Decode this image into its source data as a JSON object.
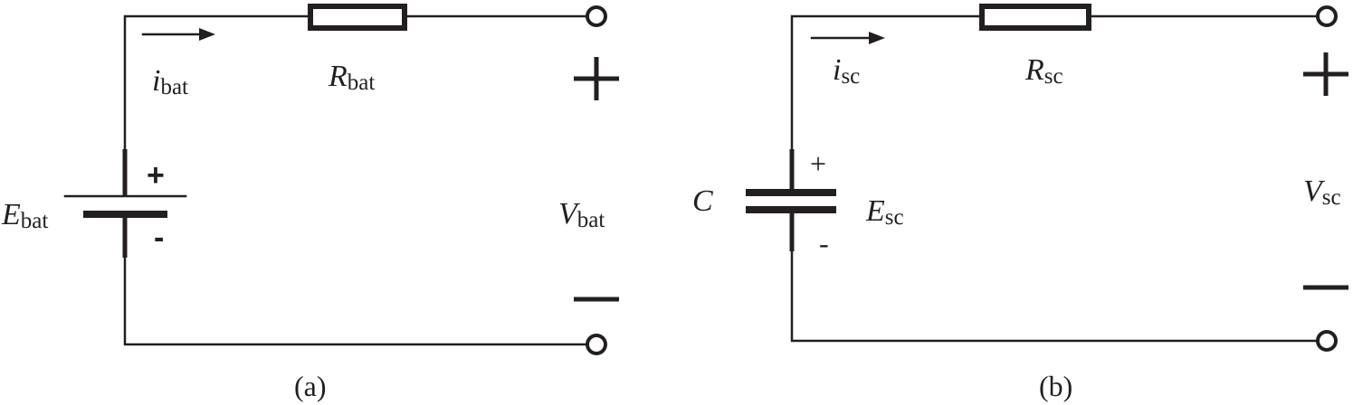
{
  "panel_a": {
    "caption": "(a)",
    "current": {
      "var": "i",
      "sub": "bat"
    },
    "resistor": {
      "var": "R",
      "sub": "bat"
    },
    "source": {
      "var": "E",
      "sub": "bat"
    },
    "voltage": {
      "var": "V",
      "sub": "bat"
    },
    "plus": "+",
    "minus": "-"
  },
  "panel_b": {
    "caption": "(b)",
    "current": {
      "var": "i",
      "sub": "sc"
    },
    "resistor": {
      "var": "R",
      "sub": "sc"
    },
    "capacitor": "C",
    "source": {
      "var": "E",
      "sub": "sc"
    },
    "voltage": {
      "var": "V",
      "sub": "sc"
    },
    "plus": "+",
    "minus": "-"
  }
}
